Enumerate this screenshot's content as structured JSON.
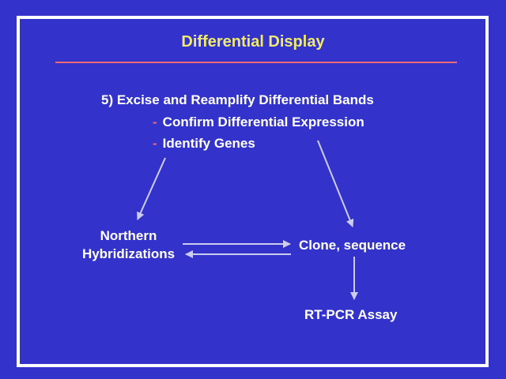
{
  "slide": {
    "title": "Differential Display",
    "step_heading": "5) Excise and Reamplify Differential Bands",
    "bullets": [
      {
        "dash": "-",
        "text": "Confirm Differential Expression"
      },
      {
        "dash": "-",
        "text": "Identify Genes"
      }
    ],
    "nodes": {
      "northern_line1": "Northern",
      "northern_line2": "Hybridizations",
      "clone": "Clone, sequence",
      "rtpcr": "RT-PCR Assay"
    },
    "icons": {
      "arrows": [
        "arrow-down-left-to-northern",
        "arrow-down-right-to-clone",
        "arrow-right-northern-to-clone",
        "arrow-left-clone-to-northern",
        "arrow-down-clone-to-rtpcr"
      ]
    }
  },
  "colors": {
    "background": "#3333CC",
    "frame": "#FFFFFF",
    "title": "#EFEA6E",
    "accent": "#EE6A76",
    "text": "#FFFFFF",
    "arrow": "#CCCCEE"
  }
}
